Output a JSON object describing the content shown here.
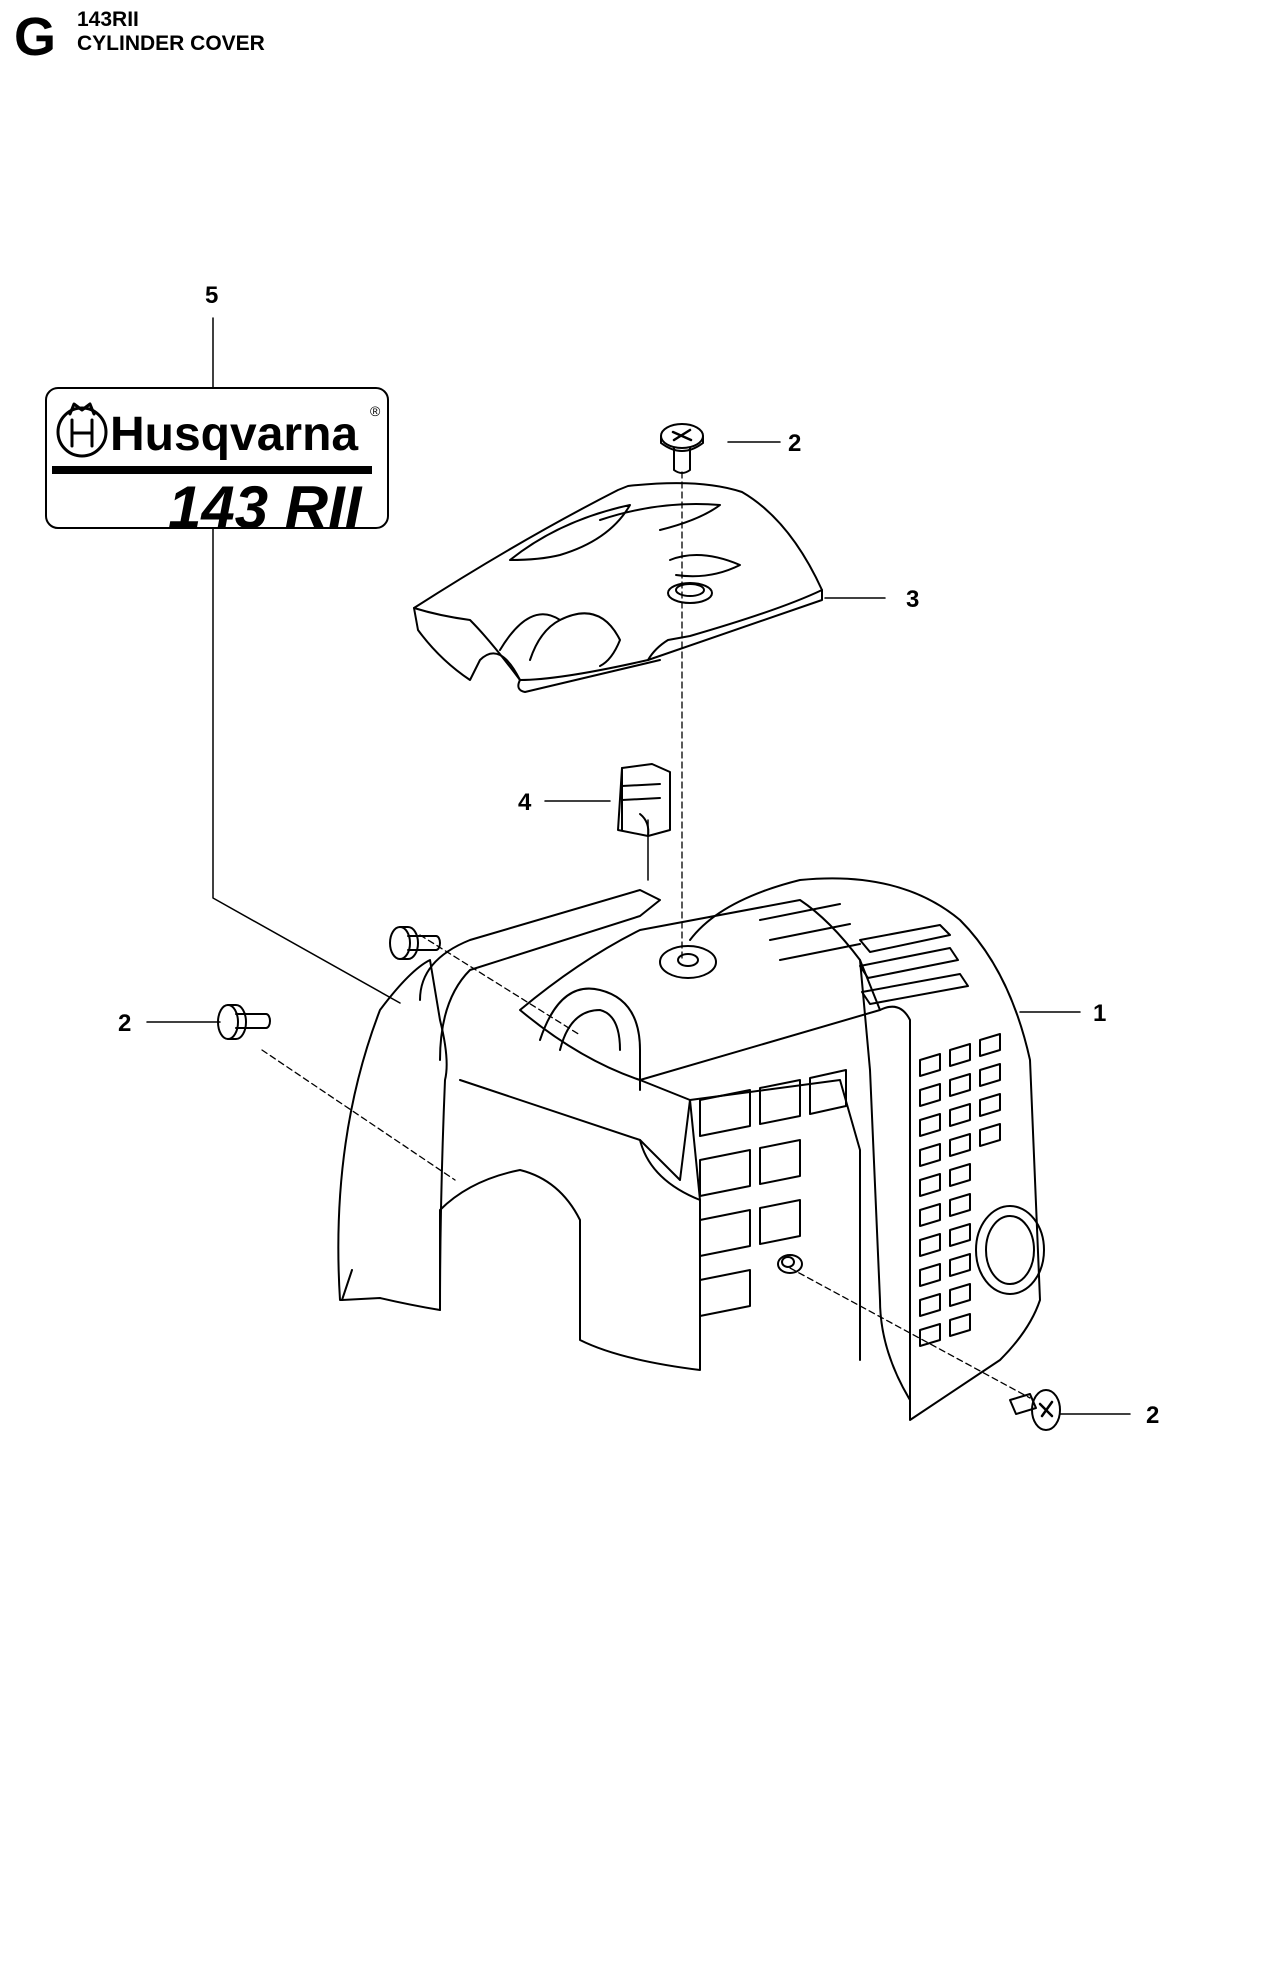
{
  "header": {
    "section_letter": "G",
    "model": "143RII",
    "title": "CYLINDER COVER"
  },
  "decal": {
    "brand": "Husqvarna",
    "registered_mark": "®",
    "model_text": "143 RII"
  },
  "callouts": {
    "decal": "5",
    "screw_top": "2",
    "top_cover": "3",
    "pad": "4",
    "cylinder_cover": "1",
    "screw_left": "2",
    "screw_right": "2"
  },
  "icons": {
    "brand_logo": "husqvarna-crown-h-icon"
  }
}
